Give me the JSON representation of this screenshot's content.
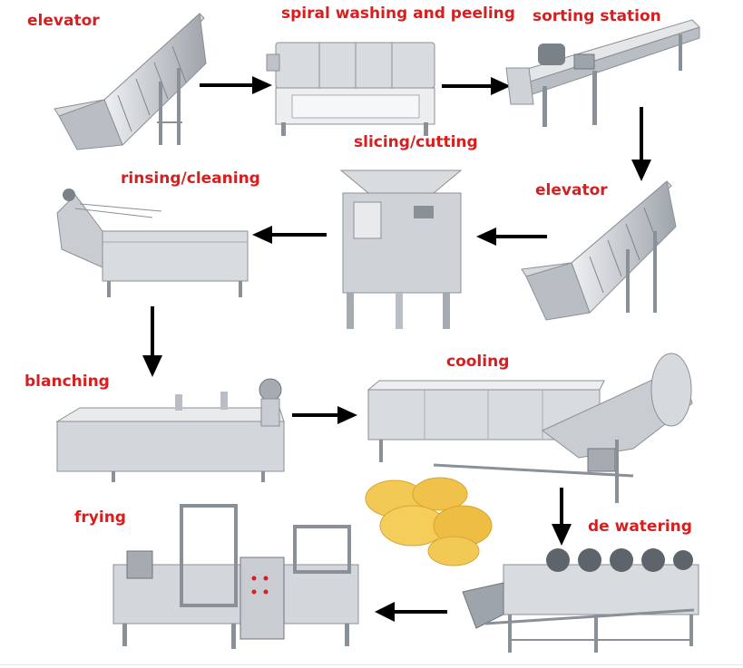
{
  "labels": {
    "elevator_1": "elevator",
    "washing": "spiral washing and peeling",
    "sorting": "sorting station",
    "slicing": "slicing/cutting",
    "rinsing": "rinsing/cleaning",
    "elevator_2": "elevator",
    "blanching": "blanching",
    "cooling": "cooling",
    "frying": "frying",
    "dewatering": "de watering"
  },
  "colors": {
    "label": "#d81e1e",
    "arrow": "#000000",
    "steel": "#c9cdd2",
    "steel_dark": "#8a9098",
    "chips": "#f1c24a"
  }
}
